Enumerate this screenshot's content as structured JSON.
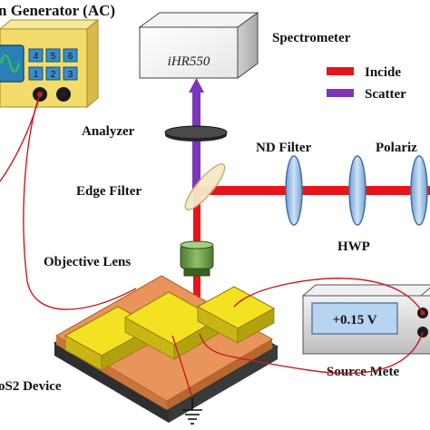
{
  "labels": {
    "function_generator": "n Generator (AC)",
    "spectrometer": "Spectrometer",
    "spectrometer_brand": "iHR550",
    "analyzer": "Analyzer",
    "edge_filter": "Edge Filter",
    "objective_lens": "Objective Lens",
    "nd_filter": "ND Filter",
    "polarizer": "Polariz",
    "hwp": "HWP",
    "device": "oS2 Device",
    "source_meter": "Source Mete"
  },
  "legend": {
    "incident": "Incide",
    "scattered": "Scatter"
  },
  "source_meter_display": "+0.15 V",
  "keypad": [
    "4",
    "5",
    "6",
    "1",
    "2",
    "3"
  ],
  "colors": {
    "incident_beam": "#e8141c",
    "scattered_beam": "#7a35b8",
    "wire": "#c81c24",
    "generator_body": "#f2dc6c",
    "generator_frame": "#c8a838",
    "screen": "#2a7fb8",
    "gold_electrode": "#f4e222",
    "substrate_orange": "#e9945a",
    "substrate_dark": "#4a4a4a",
    "optic_blue": "#9cc3e8",
    "objective_green": "#6a9a4a",
    "meter_body": "#d8d8d8",
    "meter_display": "#b8d4f0"
  },
  "icons": [
    "sine-wave-icon",
    "ground-icon"
  ]
}
